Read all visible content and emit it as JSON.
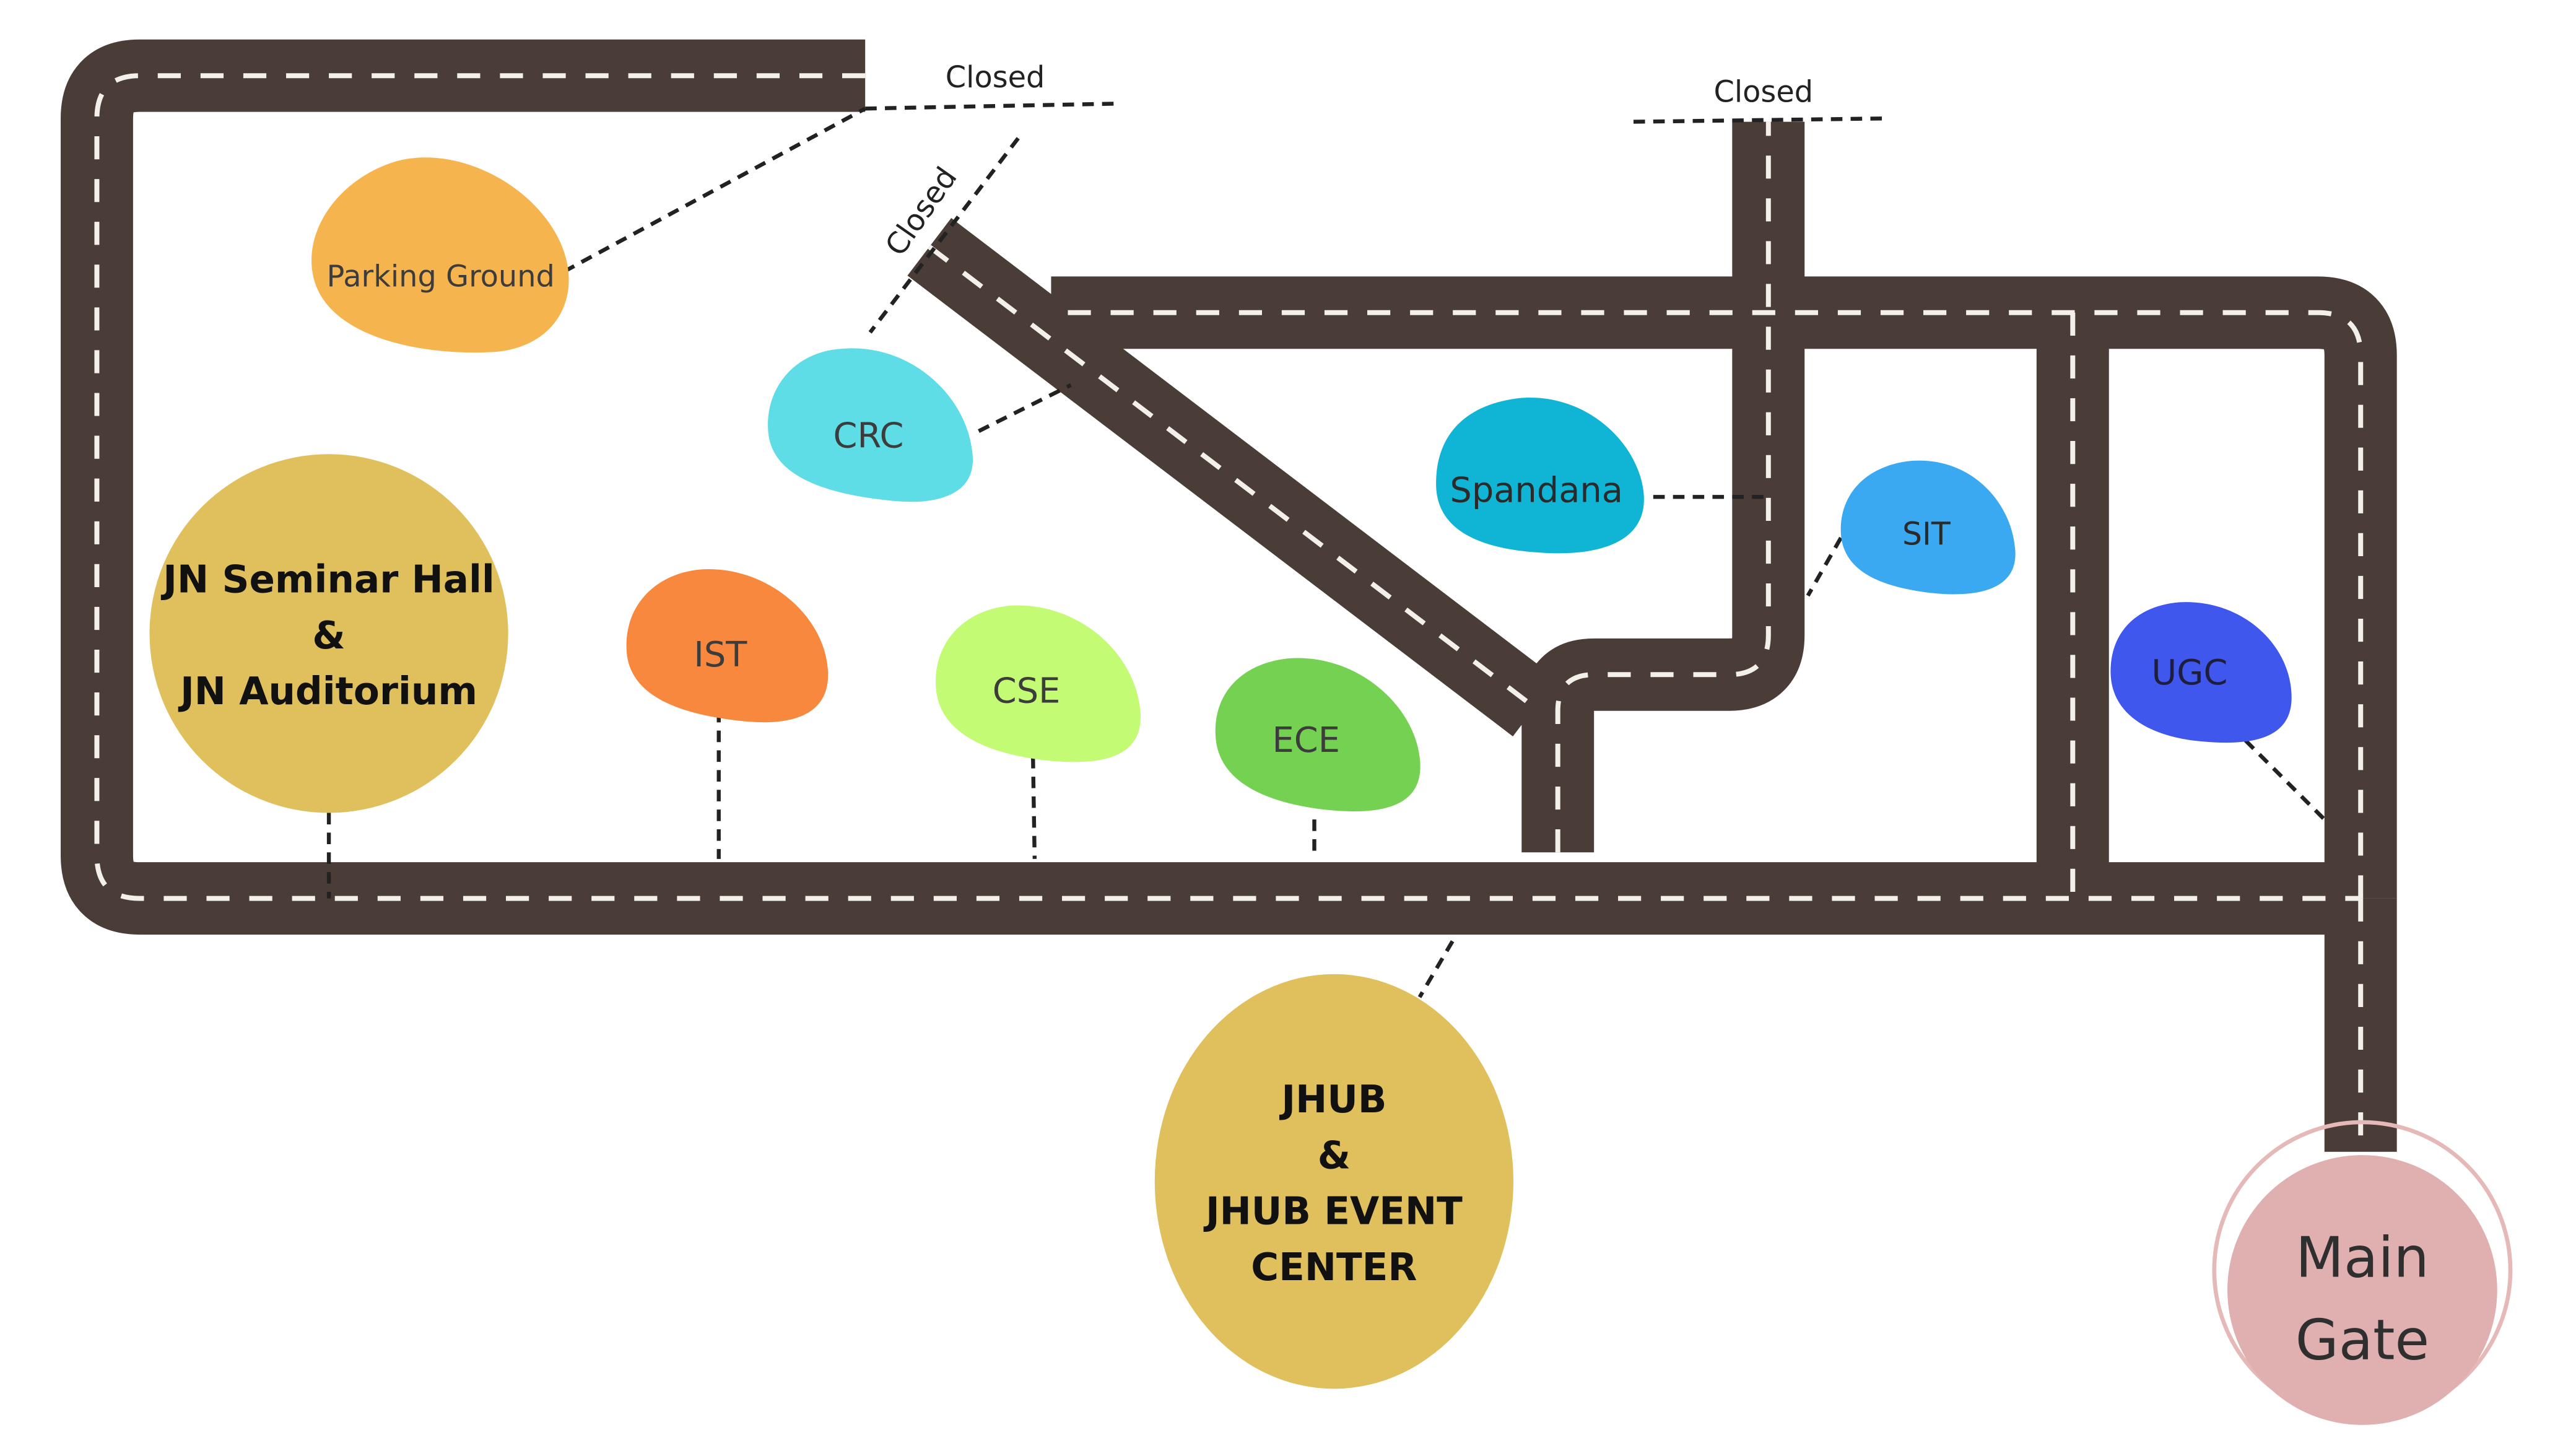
{
  "map": {
    "colors": {
      "road": "#4a3d37",
      "road_dash": "#f3f0ec",
      "connector": "#222222",
      "background": "#ffffff"
    },
    "closed_labels": [
      "Closed",
      "Closed",
      "Closed"
    ],
    "buildings": {
      "parking": {
        "label": "Parking Ground",
        "color": "#f6b44f"
      },
      "crc": {
        "label": "CRC",
        "color": "#5fdde6"
      },
      "spandana": {
        "label": "Spandana",
        "color": "#10b5d6"
      },
      "sit": {
        "label": "SIT",
        "color": "#3aa9f2"
      },
      "ist": {
        "label": "IST",
        "color": "#f7883e"
      },
      "cse": {
        "label": "CSE",
        "color": "#c3fb74"
      },
      "ece": {
        "label": "ECE",
        "color": "#74d152"
      },
      "ugc": {
        "label": "UGC",
        "color": "#4057ee"
      }
    },
    "halls": {
      "jn": {
        "line1": "JN Seminar Hall",
        "line2": "&",
        "line3": "JN Auditorium",
        "color": "#dfc05c"
      },
      "jhub": {
        "line1": "JHUB",
        "line2": "&",
        "line3": "JHUB EVENT",
        "line4": "CENTER",
        "color": "#dfc05c"
      }
    },
    "main_gate": {
      "line1": "Main",
      "line2": "Gate",
      "color": "#e0afaf",
      "ring_color": "#e6b9b9"
    }
  }
}
